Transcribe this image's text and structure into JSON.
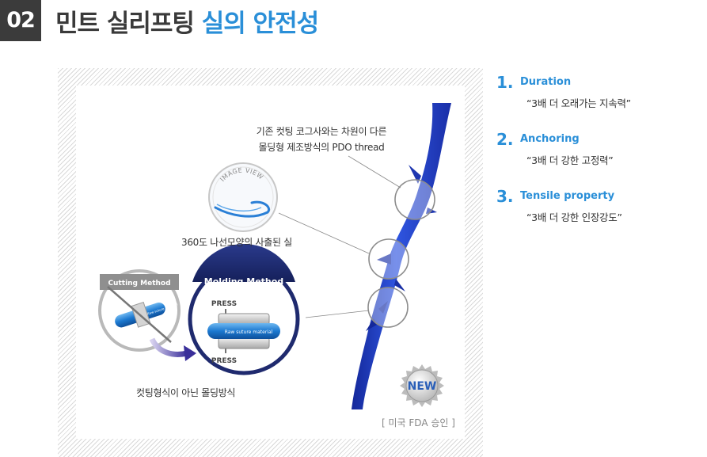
{
  "header": {
    "badge": "02",
    "title_dark": "민트 실리프팅 ",
    "title_blue": "실의 안전성"
  },
  "figure": {
    "callout_thread_line1": "기존 컷팅 코그사와는 차원이 다른",
    "callout_thread_line2": "몰딩형 제조방식의 PDO thread",
    "image_view_label": "IMAGE VIEW",
    "spiral_caption": "360도 나선모양의 사출된 실",
    "cutting_method_label": "Cutting Method",
    "cutting_rod_text": "Raw suture material",
    "molding_method_label": "Molding Method",
    "press_top": "PRESS",
    "press_bottom": "PRESS",
    "molding_rod_text": "Raw suture material",
    "molding_caption": "컷팅형식이 아닌 몰딩방식",
    "new_badge": "NEW",
    "fda_note": "[ 미국 FDA 승인 ]"
  },
  "features": [
    {
      "num": "1.",
      "name": "Duration",
      "quote": "“3배 더 오래가는 지속력”"
    },
    {
      "num": "2.",
      "name": "Anchoring",
      "quote": "“3배 더 강한 고정력”"
    },
    {
      "num": "3.",
      "name": "Tensile property",
      "quote": "“3배 더 강한 인장강도”"
    }
  ],
  "colors": {
    "accent_blue": "#2a8fd8",
    "thread_blue": "#1f3fbf",
    "badge_bg": "#3b3b3b",
    "molding_navy": "#1f2a6e"
  }
}
